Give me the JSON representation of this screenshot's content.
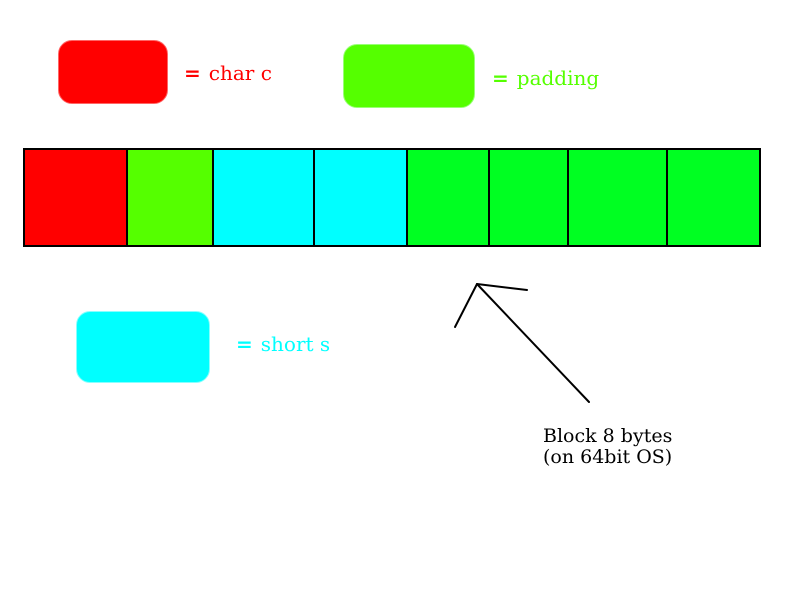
{
  "legend": [
    {
      "label": "char c",
      "color": "#ff0000",
      "equals": "="
    },
    {
      "label": "padding",
      "color": "#55ff00",
      "equals": "="
    },
    {
      "label": "short s",
      "color": "#00ffff",
      "equals": "="
    }
  ],
  "memory_block": {
    "cells": [
      {
        "kind": "char c",
        "color": "#ff0000"
      },
      {
        "kind": "padding",
        "color": "#55ff00"
      },
      {
        "kind": "short s",
        "color": "#00ffff"
      },
      {
        "kind": "short s",
        "color": "#00ffff"
      },
      {
        "kind": "padding",
        "color": "#00ff22"
      },
      {
        "kind": "padding",
        "color": "#00ff22"
      },
      {
        "kind": "padding",
        "color": "#00ff22"
      },
      {
        "kind": "padding",
        "color": "#00ff22"
      }
    ],
    "border_color": "#000000"
  },
  "annotation": {
    "line1": "Block 8 bytes",
    "line2": "(on 64bit OS)"
  }
}
